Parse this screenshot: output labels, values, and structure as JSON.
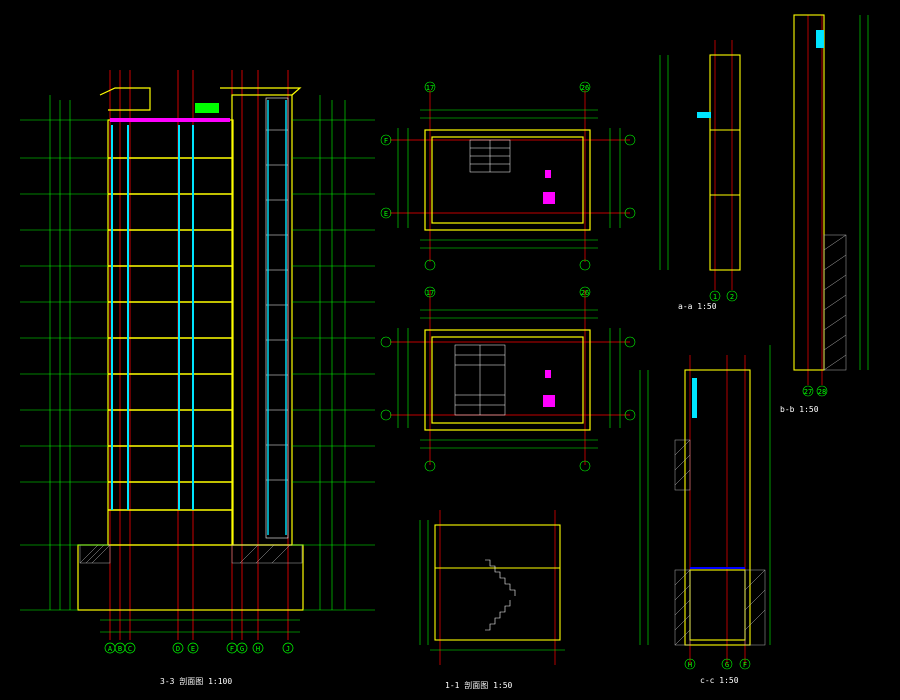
{
  "colors": {
    "background": "#000000",
    "outline": "#ffff00",
    "dim": "#00ff00",
    "axis": "#ff0000",
    "glass": "#00e5ff",
    "accent": "#ff00ff",
    "text": "#ffffff",
    "hatch": "#b0b0b0"
  },
  "captions": {
    "section_3_3": "3-3 剖面图  1:100",
    "section_a_a": "a-a 1:50",
    "section_b_b": "b-b 1:50",
    "section_c_c": "c-c 1:50",
    "stair_section": "1-1 剖面图 1:50"
  },
  "main_section": {
    "axis_labels": [
      "A",
      "B",
      "C",
      "D",
      "E",
      "F",
      "G",
      "H",
      "J"
    ]
  },
  "stair_plans": {
    "top_axes_upper": [
      "17",
      "26"
    ],
    "top_axes_lower": [
      "17",
      "26"
    ],
    "side_axes": [
      "F",
      "E"
    ]
  },
  "section_c_c_axes": [
    "H",
    "G",
    "F"
  ],
  "section_a_a_axes": [
    "1",
    "2"
  ],
  "section_b_b_axes": [
    "27",
    "28"
  ]
}
